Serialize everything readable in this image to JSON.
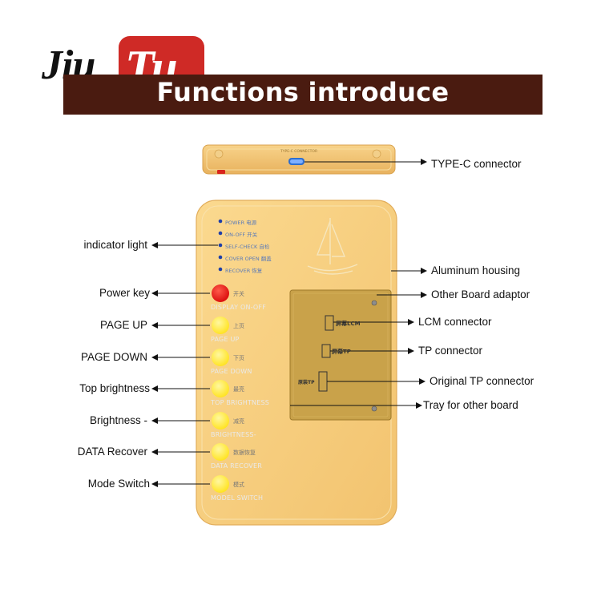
{
  "logo": {
    "part1": "Jiu",
    "part2": "Tu"
  },
  "banner": {
    "title": "Functions introduce"
  },
  "colors": {
    "banner": "#4a1b10",
    "logo_red": "#cf2a26",
    "housing": "#f6cd7c",
    "button_yellow": "#ffe72a",
    "power_red": "#e01010",
    "indicator_blue": "#1f3fa8",
    "pcb": "#c9a24a"
  },
  "top_view": {
    "port_text": "TYPE-C CONNECTOR"
  },
  "indicators": [
    {
      "text": "POWER 电源"
    },
    {
      "text": "ON-OFF 开关"
    },
    {
      "text": "SELF-CHECK 自检"
    },
    {
      "text": "COVER OPEN 翻盖"
    },
    {
      "text": "RECOVER 恢复"
    }
  ],
  "buttons": [
    {
      "cn": "开关",
      "en": "DISPLAY ON-OFF",
      "callout": "Power key"
    },
    {
      "cn": "上页",
      "en": "PAGE UP",
      "callout": "PAGE UP"
    },
    {
      "cn": "下页",
      "en": "PAGE DOWN",
      "callout": "PAGE DOWN"
    },
    {
      "cn": "最亮",
      "en": "TOP BRIGHTNESS",
      "callout": "Top brightness"
    },
    {
      "cn": "减亮",
      "en": "BRIGHTNESS-",
      "callout": "Brightness -"
    },
    {
      "cn": "数据恢复",
      "en": "DATA RECOVER",
      "callout": "DATA Recover"
    },
    {
      "cn": "模式",
      "en": "MODEL SWITCH",
      "callout": "Mode Switch"
    }
  ],
  "pcb": {
    "lcm_text": "屏幕LCM",
    "tp_text": "屏幕TP",
    "orig_tp_text": "原装TP"
  },
  "callouts_left": {
    "indicator": "indicator light"
  },
  "callouts_right": {
    "typec": "TYPE-C connector",
    "housing": "Aluminum housing",
    "adaptor": "Other Board adaptor",
    "lcm": "LCM connector",
    "tp": "TP connector",
    "orig_tp": "Original TP connector",
    "tray": "Tray for other board"
  }
}
